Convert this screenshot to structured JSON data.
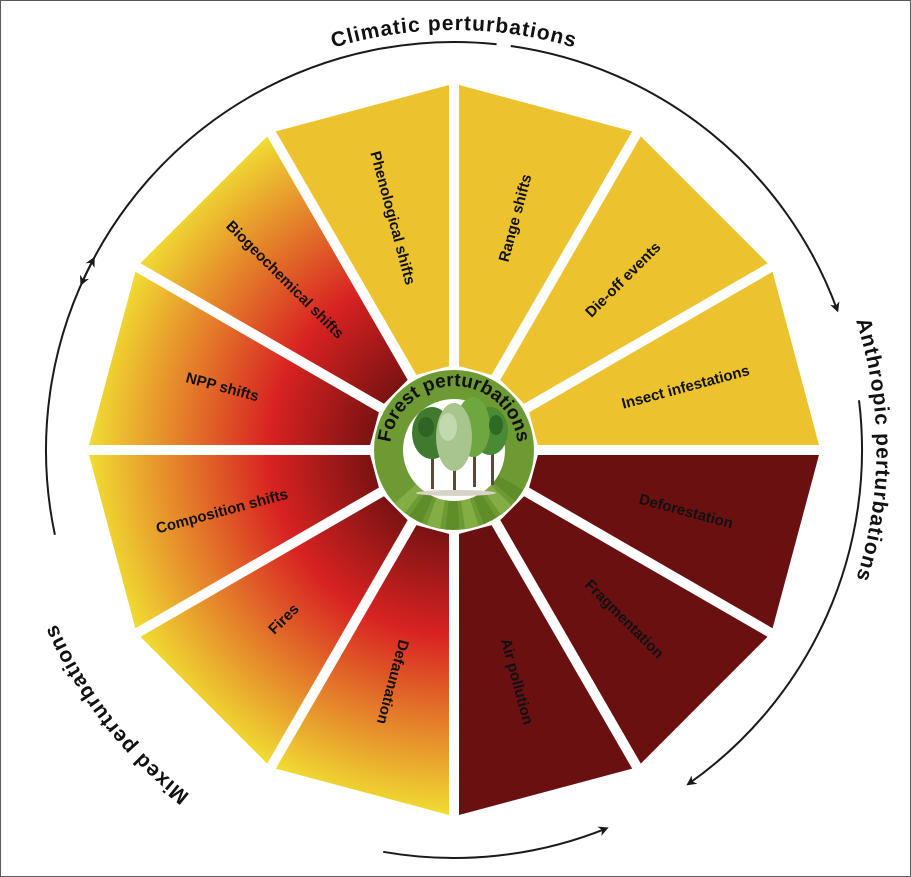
{
  "center": {
    "label": "Forest perturbations",
    "icon": "trees-icon",
    "ring_color": "#6e9a34",
    "disc_color": "#ffffff"
  },
  "groups": [
    {
      "key": "climatic",
      "label": "Climatic perturbations"
    },
    {
      "key": "anthropic",
      "label": "Anthropic perturbations"
    },
    {
      "key": "mixed",
      "label": "Mixed perturbations"
    }
  ],
  "segments": [
    {
      "label": "Range shifts",
      "group": "climatic",
      "fill": "yellow"
    },
    {
      "label": "Die-off events",
      "group": "climatic",
      "fill": "yellow"
    },
    {
      "label": "Insect infestations",
      "group": "climatic",
      "fill": "yellow"
    },
    {
      "label": "Deforestation",
      "group": "anthropic",
      "fill": "maroon"
    },
    {
      "label": "Fragmentation",
      "group": "anthropic",
      "fill": "maroon"
    },
    {
      "label": "Air pollution",
      "group": "anthropic",
      "fill": "maroon"
    },
    {
      "label": "Defaunation",
      "group": "mixed",
      "fill": "gradient"
    },
    {
      "label": "Fires",
      "group": "mixed",
      "fill": "gradient"
    },
    {
      "label": "Composition shifts",
      "group": "mixed",
      "fill": "gradient"
    },
    {
      "label": "NPP shifts",
      "group": "mixed",
      "fill": "gradient"
    },
    {
      "label": "Biogeochemical shifts",
      "group": "mixed",
      "fill": "gradient"
    },
    {
      "label": "Phenological shifts",
      "group": "climatic",
      "fill": "yellow"
    }
  ],
  "colors": {
    "yellow": "#ecc22e",
    "maroon": "#6a1010",
    "gradient_inner": "#7a1212",
    "gradient_mid": "#d82222",
    "gradient_outer": "#f1e233",
    "arrow": "#1a1a1a"
  }
}
